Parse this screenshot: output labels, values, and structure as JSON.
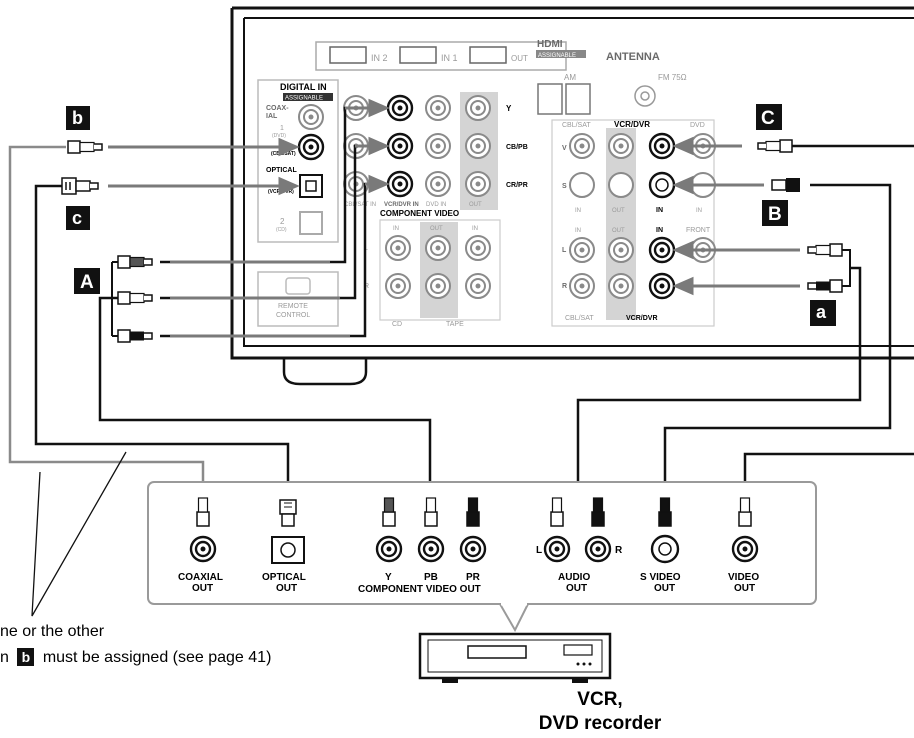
{
  "receiver": {
    "hdmi": {
      "in2": "IN 2",
      "in1": "IN 1",
      "out": "OUT",
      "title": "HDMI",
      "badge": "ASSIGNABLE"
    },
    "antenna": {
      "title": "ANTENNA",
      "am": "AM",
      "fm": "FM 75Ω"
    },
    "digital_in": {
      "title": "DIGITAL IN",
      "badge": "ASSIGNABLE",
      "coaxial": "COAX-\nIAL",
      "coax1": "1",
      "coax1_sub": "(DVD)",
      "coax2": "2",
      "coax2_sub": "(CBL/SAT)",
      "optical": "OPTICAL",
      "opt1": "1",
      "opt1_sub": "(VCR/DVR)",
      "opt2": "2",
      "opt2_sub": "(CD)"
    },
    "component": {
      "title": "COMPONENT VIDEO",
      "y": "Y",
      "cb": "CB/PB",
      "cr": "CR/PR",
      "cbl": "CBL/SAT IN",
      "vcr": "VCR/DVR IN",
      "dvd": "DVD IN",
      "out": "OUT"
    },
    "video": {
      "cbl": "CBL/SAT",
      "vcr": "VCR/DVR",
      "dvd": "DVD",
      "v": "V",
      "s": "S",
      "in": "IN",
      "out": "OUT",
      "l": "L",
      "r": "R",
      "front": "FRONT",
      "bottom_cbl": "CBL/SAT",
      "bottom_vcr": "VCR/DVR"
    },
    "audio": {
      "in": "IN",
      "out": "OUT",
      "l": "L",
      "r": "R",
      "cd": "CD",
      "tape": "TAPE"
    },
    "remote": "REMOTE\nCONTROL"
  },
  "labels": {
    "A": "A",
    "B": "B",
    "C": "C",
    "a": "a",
    "b": "b",
    "c": "c"
  },
  "vcr_panel": {
    "coaxial_out": "COAXIAL\nOUT",
    "optical_out": "OPTICAL\nOUT",
    "y": "Y",
    "pb": "PB",
    "pr": "PR",
    "component_out": "COMPONENT VIDEO OUT",
    "audio_l": "L",
    "audio_r": "R",
    "audio_out": "AUDIO\nOUT",
    "svideo_out": "S VIDEO\nOUT",
    "video_out": "VIDEO\nOUT"
  },
  "note": {
    "line1": "ne or the other",
    "line2_pre": "n",
    "line2_badge": "b",
    "line2_post": "must be assigned (see page 41)"
  },
  "device": {
    "line1": "VCR,",
    "line2": "DVD recorder"
  },
  "colors": {
    "cable": "#111111",
    "arrow": "#7a7a7a",
    "panel": "#9a9a9a",
    "badge": "#111111"
  }
}
